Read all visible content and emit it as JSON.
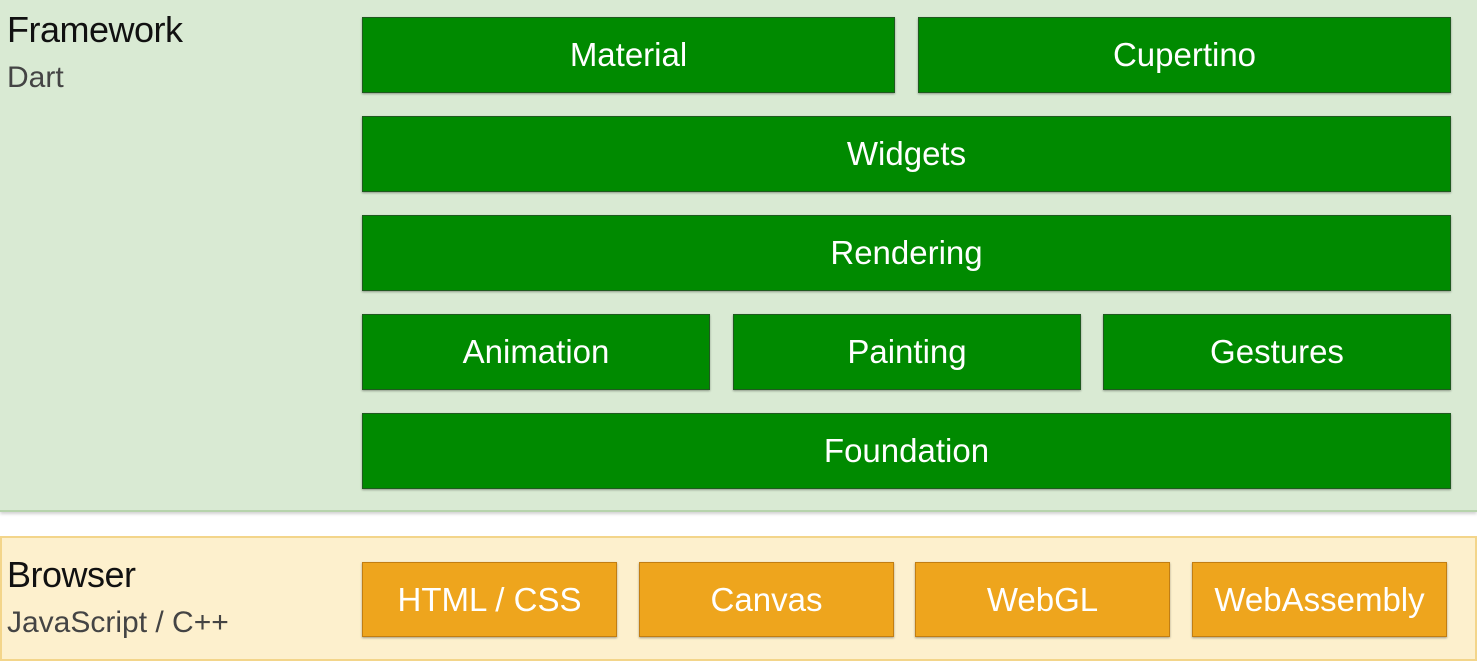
{
  "colors": {
    "framework_bg": "#d9ead3",
    "framework_block": "#008a00",
    "browser_bg": "#fdf0cd",
    "browser_block": "#eea51d",
    "block_text": "#ffffff"
  },
  "framework": {
    "title": "Framework",
    "subtitle": "Dart",
    "blocks": {
      "material": "Material",
      "cupertino": "Cupertino",
      "widgets": "Widgets",
      "rendering": "Rendering",
      "animation": "Animation",
      "painting": "Painting",
      "gestures": "Gestures",
      "foundation": "Foundation"
    }
  },
  "browser": {
    "title": "Browser",
    "subtitle": "JavaScript / C++",
    "blocks": {
      "html_css": "HTML / CSS",
      "canvas": "Canvas",
      "webgl": "WebGL",
      "webassembly": "WebAssembly"
    }
  }
}
